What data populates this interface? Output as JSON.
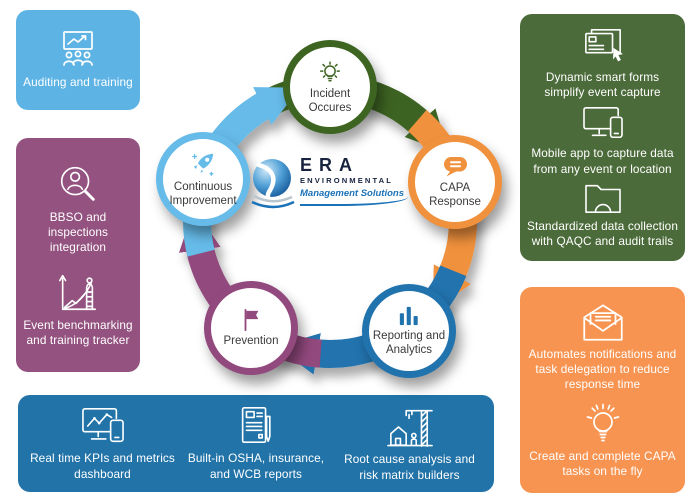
{
  "cycle": {
    "nodes": [
      {
        "label": "Incident Occures",
        "icon": "lightbulb-icon",
        "color": "#3e6422"
      },
      {
        "label": "CAPA Response",
        "icon": "chat-bubble-icon",
        "color": "#f0913d"
      },
      {
        "label": "Reporting and Analytics",
        "icon": "bar-chart-icon",
        "color": "#2173ae"
      },
      {
        "label": "Prevention",
        "icon": "flag-icon",
        "color": "#92497e"
      },
      {
        "label": "Continuous Improvement",
        "icon": "rocket-icon",
        "color": "#66bbe9"
      }
    ]
  },
  "logo": {
    "line1": "ERA",
    "line2": "ENVIRONMENTAL",
    "line3": "Management Solutions",
    "accent": "#1a72b8"
  },
  "panels": {
    "audit": {
      "color": "#5db3e3",
      "items": [
        {
          "icon": "presentation-audience-icon",
          "text": "Auditing and training"
        }
      ]
    },
    "integration": {
      "color": "#93527f",
      "items": [
        {
          "icon": "person-search-icon",
          "text": "BBSO and inspections integration"
        },
        {
          "icon": "growth-ladder-icon",
          "text": "Event benchmarking and training tracker"
        }
      ]
    },
    "capture": {
      "color": "#4c6b3a",
      "items": [
        {
          "icon": "smart-form-cursor-icon",
          "text": "Dynamic smart forms simplify event capture"
        },
        {
          "icon": "monitor-phone-icon",
          "text": "Mobile app to capture data from any event or location"
        },
        {
          "icon": "folder-icon",
          "text": "Standardized data collection with QAQC and audit trails"
        }
      ]
    },
    "tasks": {
      "color": "#f79451",
      "items": [
        {
          "icon": "open-envelope-icon",
          "text": "Automates notifications and task delegation to reduce response time"
        },
        {
          "icon": "lightbulb-rays-icon",
          "text": "Create and complete CAPA tasks on the fly"
        }
      ]
    },
    "reports": {
      "color": "#2173a8",
      "items": [
        {
          "icon": "dashboard-phone-icon",
          "text": "Real time KPIs and metrics dashboard"
        },
        {
          "icon": "report-pen-icon",
          "text": "Built-in OSHA, insurance, and WCB reports"
        },
        {
          "icon": "crane-house-icon",
          "text": "Root cause analysis and risk matrix builders"
        }
      ]
    }
  }
}
